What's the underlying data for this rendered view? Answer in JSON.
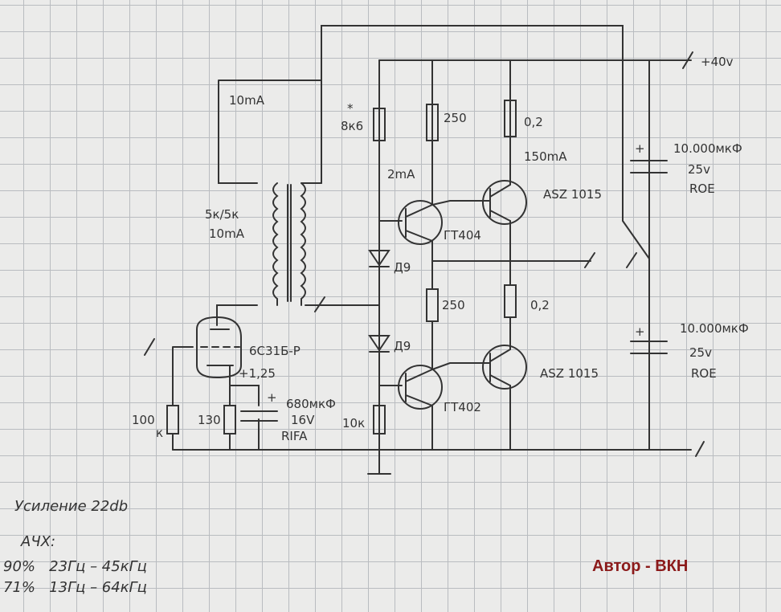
{
  "labels": {
    "supply": "+40v",
    "i_top": "10mA",
    "i_mid": "2mA",
    "i_out": "150mA",
    "star": "*",
    "r_bias": "8к6",
    "r250a": "250",
    "r250b": "250",
    "r02a": "0,2",
    "r02b": "0,2",
    "q_out1": "ASZ 1015",
    "q_out2": "ASZ 1015",
    "q_drv1": "ГТ404",
    "q_drv2": "ГТ402",
    "d1": "Д9",
    "d2": "Д9",
    "r10k": "10к",
    "c1_val": "10.000мкФ",
    "c1_v": "25v",
    "c1_t": "ROE",
    "c2_val": "10.000мкФ",
    "c2_v": "25v",
    "c2_t": "ROE",
    "tr_ratio": "5к/5к",
    "tr_i": "10mA",
    "tube": "6С31Б-Р",
    "cathode_v": "+1,25",
    "ck_val": "680мкФ",
    "ck_v": "16V",
    "ck_t": "RIFA",
    "rg": "100",
    "rg_unit": "к",
    "rk": "130",
    "plus": "+"
  },
  "notes": {
    "gain": "Усиление 22db",
    "afc": "АЧХ:",
    "row1": "90%   23Гц – 45кГц",
    "row2": "71%   13Гц – 64кГц"
  },
  "author": "Автор - ВКН"
}
